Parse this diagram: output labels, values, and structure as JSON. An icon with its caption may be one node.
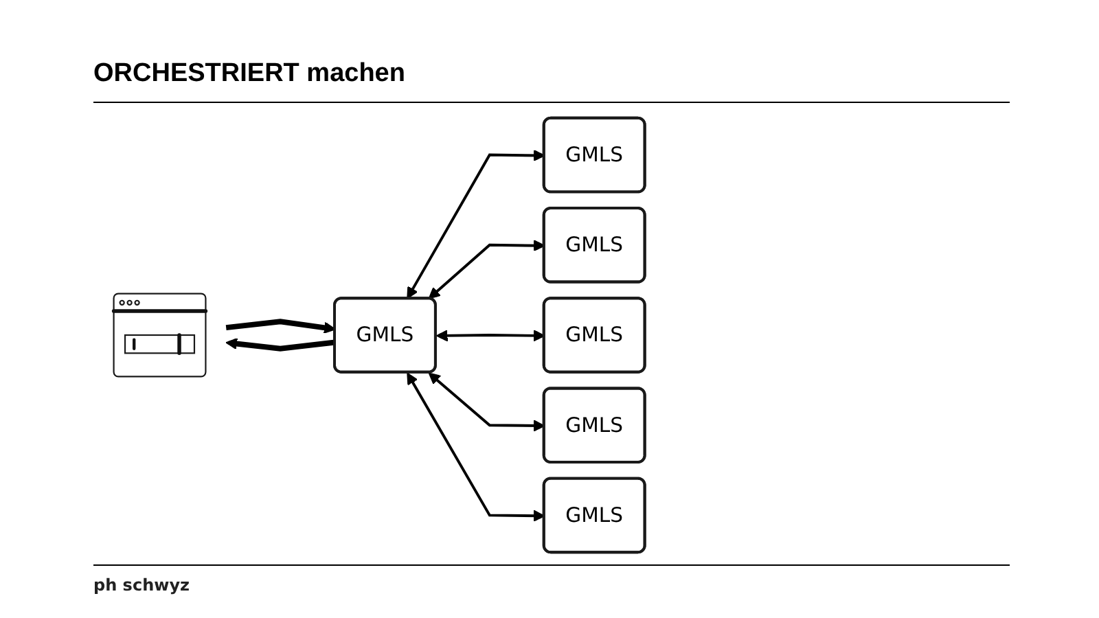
{
  "diagram": {
    "title": "ORCHESTRIERT machen",
    "nodes": [
      {
        "text": [],
        "shape": "picture"
      },
      {
        "text": [
          "GMLS"
        ]
      },
      {
        "text": [
          "GMLS"
        ]
      },
      {
        "text": [
          "GMLS"
        ]
      },
      {
        "text": [
          "GMLS"
        ]
      },
      {
        "text": [
          "GMLS"
        ]
      },
      {
        "text": [
          "GMLS"
        ]
      }
    ],
    "edges": [
      {
        "from": 0,
        "to": 1,
        "arrow": "to",
        "style": "thick"
      },
      {
        "from": 1,
        "to": 0,
        "arrow": "to",
        "style": "thick"
      },
      {
        "from": 1,
        "to": 2,
        "arrow": "both"
      },
      {
        "from": 1,
        "to": 3,
        "arrow": "both"
      },
      {
        "from": 1,
        "to": 4,
        "arrow": "both"
      },
      {
        "from": 1,
        "to": 5,
        "arrow": "both"
      },
      {
        "from": 1,
        "to": 6,
        "arrow": "both"
      }
    ],
    "labels": [
      "ph schwyz"
    ]
  }
}
